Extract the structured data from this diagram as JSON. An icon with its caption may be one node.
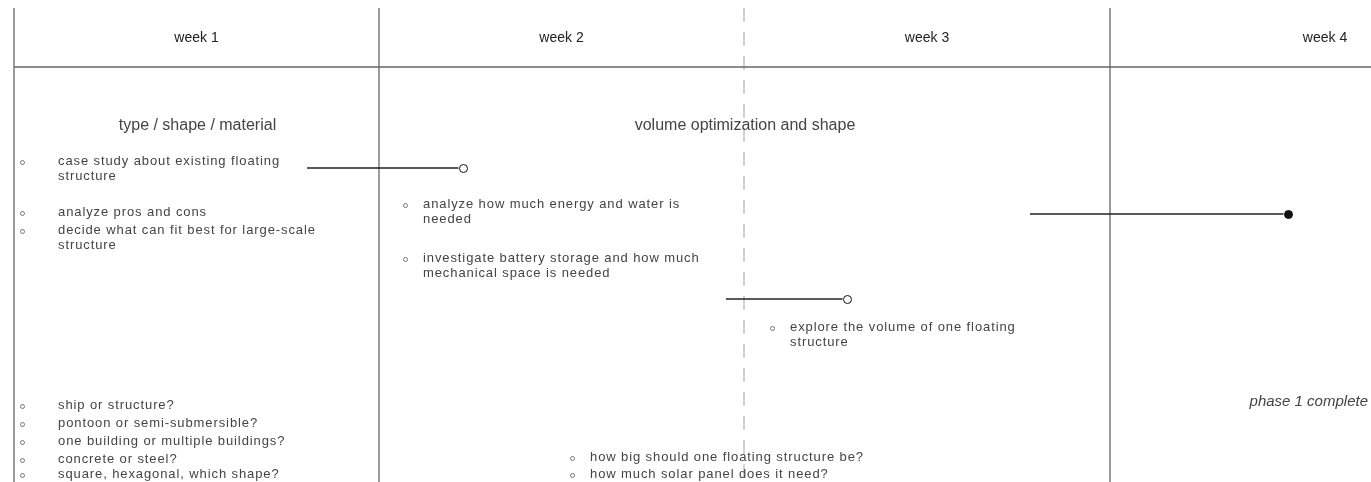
{
  "diagram": {
    "nodes": [
      {
        "text": [],
        "shape": "circle"
      },
      {
        "text": [],
        "shape": "circle"
      },
      {
        "text": [],
        "shape": "dot"
      }
    ],
    "edges": [
      {
        "from": null,
        "to": 0,
        "arrow": "none"
      },
      {
        "from": null,
        "to": 1,
        "arrow": "none"
      },
      {
        "from": null,
        "to": 2,
        "arrow": "none"
      }
    ],
    "labels": [
      "week 1",
      "week 2",
      "week 3",
      "week 4",
      "type / shape / material",
      "volume optimization and shape",
      "case study about existing floating structure",
      "analyze pros and cons",
      "decide what can fit best for large-scale structure",
      "analyze how much energy and water is needed",
      "investigate battery storage and how much mechanical space is needed",
      "explore the volume of one floating structure",
      "ship or structure?",
      "pontoon or semi-submersible?",
      "one building or multiple buildings?",
      "concrete or steel?",
      "square, hexagonal, which shape?",
      "phase 1 complete",
      "how big should one floating structure be?",
      "how much solar panel does it need?"
    ]
  }
}
